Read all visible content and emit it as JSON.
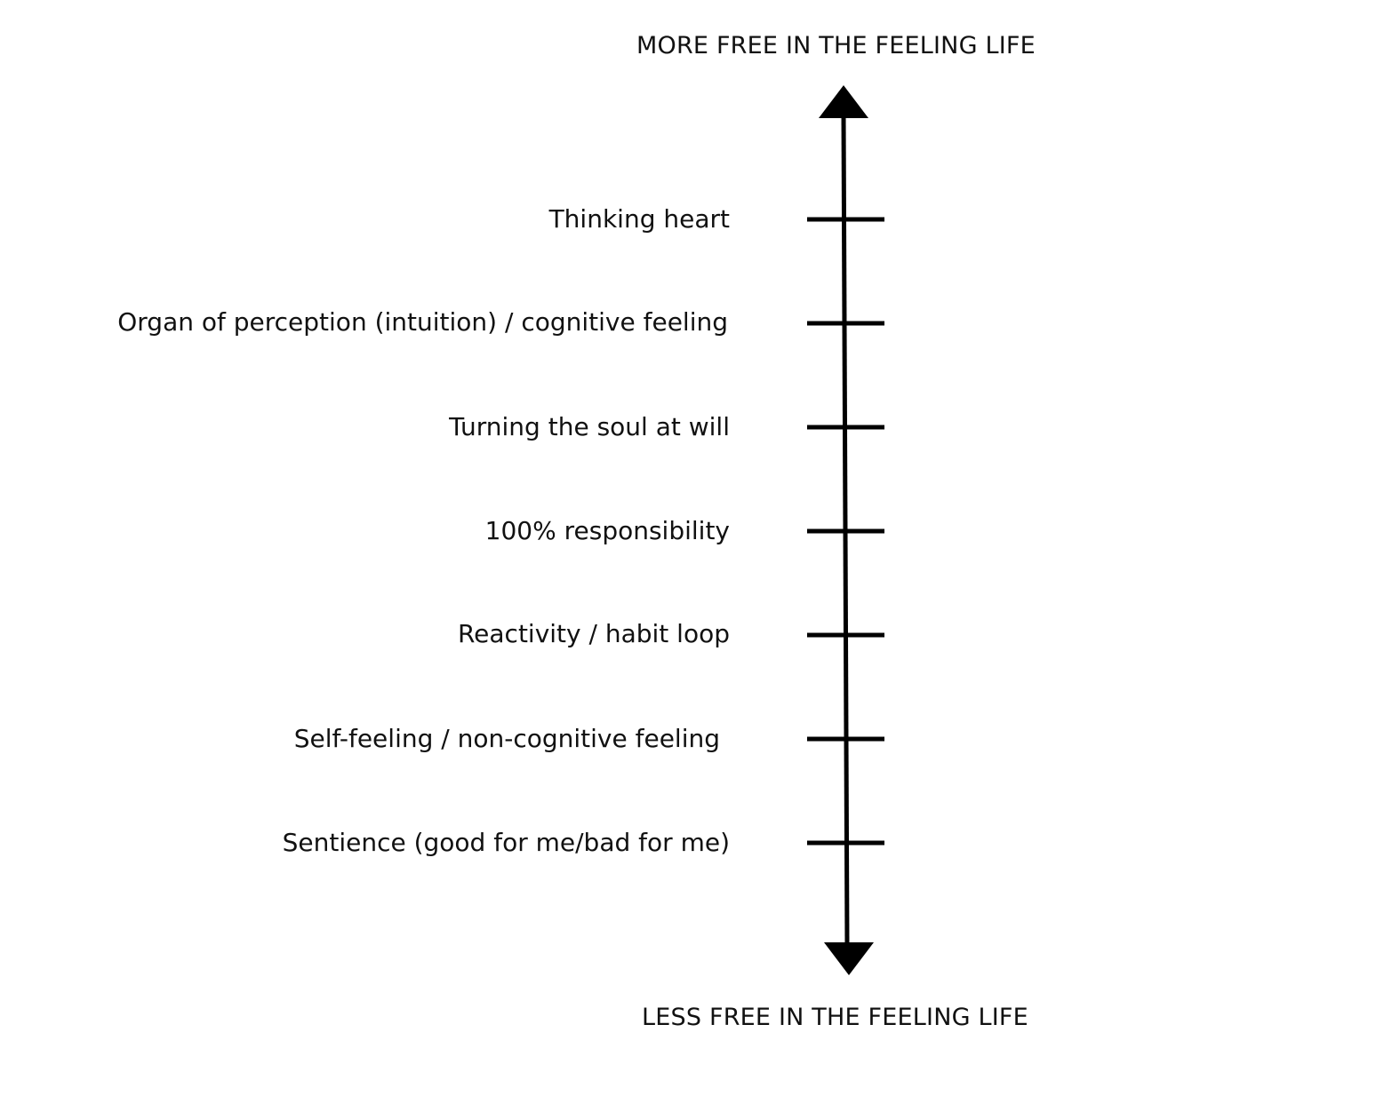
{
  "diagram": {
    "top_label": "MORE FREE IN THE FEELING LIFE",
    "bottom_label": "LESS FREE IN THE FEELING LIFE",
    "levels": [
      {
        "label": "Thinking heart"
      },
      {
        "label": "Organ of perception (intuition) / cognitive feeling"
      },
      {
        "label": "Turning the soul at will"
      },
      {
        "label": "100% responsibility"
      },
      {
        "label": "Reactivity / habit loop"
      },
      {
        "label": "Self-feeling / non-cognitive feeling"
      },
      {
        "label": "Sentience (good for me/bad for me)"
      }
    ],
    "colors": {
      "ink": "#000000",
      "text": "#111111",
      "background": "#ffffff"
    }
  }
}
